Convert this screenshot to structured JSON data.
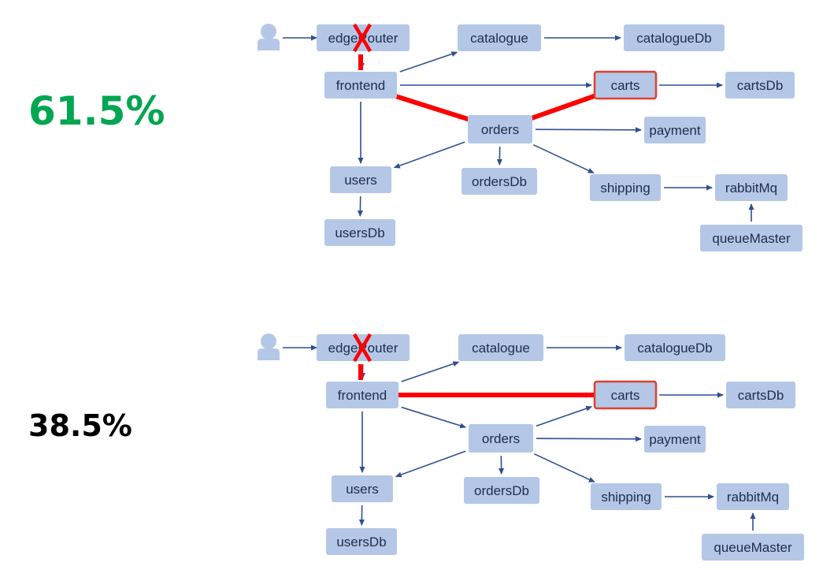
{
  "colors": {
    "node_fill": "#b4c7e7",
    "node_text": "#1f2d4d",
    "edge": "#2f4f8f",
    "failure_path": "#ff0000",
    "highlight_border": "#e0402c",
    "user_icon": "#b4c7e7",
    "top_percentage": "#00a651",
    "bottom_percentage": "#000000"
  },
  "panels": [
    {
      "percentage": "61.5%",
      "percentage_color": "#00a651",
      "failed_node": "edgeRouter",
      "highlighted_node": "carts",
      "failure_path": [
        "edgeRouter",
        "frontend",
        "orders",
        "carts"
      ]
    },
    {
      "percentage": "38.5%",
      "percentage_color": "#000000",
      "failed_node": "edgeRouter",
      "highlighted_node": "carts",
      "failure_path": [
        "edgeRouter",
        "frontend",
        "carts"
      ]
    }
  ],
  "nodes": [
    {
      "id": "edgeRouter",
      "label": "edgeRouter"
    },
    {
      "id": "frontend",
      "label": "frontend"
    },
    {
      "id": "catalogue",
      "label": "catalogue"
    },
    {
      "id": "catalogueDb",
      "label": "catalogueDb"
    },
    {
      "id": "carts",
      "label": "carts"
    },
    {
      "id": "cartsDb",
      "label": "cartsDb"
    },
    {
      "id": "orders",
      "label": "orders"
    },
    {
      "id": "payment",
      "label": "payment"
    },
    {
      "id": "users",
      "label": "users"
    },
    {
      "id": "ordersDb",
      "label": "ordersDb"
    },
    {
      "id": "shipping",
      "label": "shipping"
    },
    {
      "id": "rabbitMq",
      "label": "rabbitMq"
    },
    {
      "id": "usersDb",
      "label": "usersDb"
    },
    {
      "id": "queueMaster",
      "label": "queueMaster"
    }
  ],
  "edges": [
    [
      "user",
      "edgeRouter"
    ],
    [
      "edgeRouter",
      "frontend"
    ],
    [
      "frontend",
      "catalogue"
    ],
    [
      "catalogue",
      "catalogueDb"
    ],
    [
      "frontend",
      "carts"
    ],
    [
      "carts",
      "cartsDb"
    ],
    [
      "frontend",
      "orders"
    ],
    [
      "orders",
      "carts"
    ],
    [
      "orders",
      "payment"
    ],
    [
      "orders",
      "users"
    ],
    [
      "orders",
      "ordersDb"
    ],
    [
      "orders",
      "shipping"
    ],
    [
      "shipping",
      "rabbitMq"
    ],
    [
      "queueMaster",
      "rabbitMq"
    ],
    [
      "frontend",
      "users"
    ],
    [
      "users",
      "usersDb"
    ]
  ]
}
